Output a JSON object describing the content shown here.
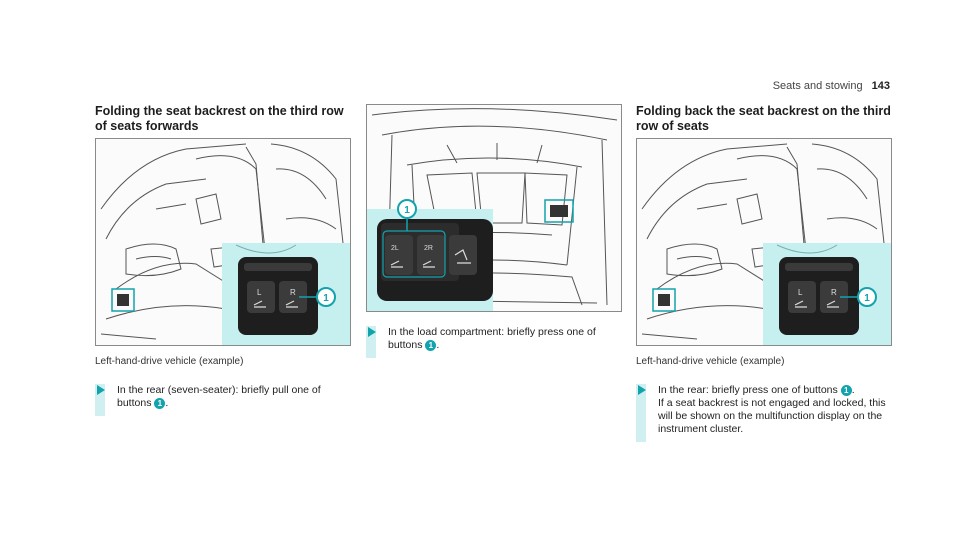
{
  "header": {
    "section": "Seats and stowing",
    "page_number": "143"
  },
  "col1": {
    "title": "Folding the seat backrest on the third row of seats forwards",
    "figure": {
      "label_L": "L",
      "label_R": "R",
      "callout": "1"
    },
    "caption": "Left-hand-drive vehicle (example)",
    "step": {
      "prefix": "In the rear (seven-seater): briefly pull one of buttons ",
      "badge": "1",
      "suffix": "."
    }
  },
  "col2": {
    "figure": {
      "label_2L": "2L",
      "label_2R": "2R",
      "callout": "1"
    },
    "step": {
      "prefix": "In the load compartment: briefly press one of buttons ",
      "badge": "1",
      "suffix": "."
    }
  },
  "col3": {
    "title": "Folding back the seat backrest on the third row of seats",
    "figure": {
      "label_L": "L",
      "label_R": "R",
      "callout": "1"
    },
    "caption": "Left-hand-drive vehicle (example)",
    "step": {
      "prefix": "In the rear: briefly press one of buttons ",
      "badge": "1",
      "suffix": ".",
      "line2": "If a seat backrest is not engaged and locked, this will be shown on the multifunction display on the instrument cluster."
    }
  },
  "colors": {
    "accent": "#13a3ad",
    "inset_bg": "#c6eff0",
    "panel_dark": "#1e1e1e"
  }
}
